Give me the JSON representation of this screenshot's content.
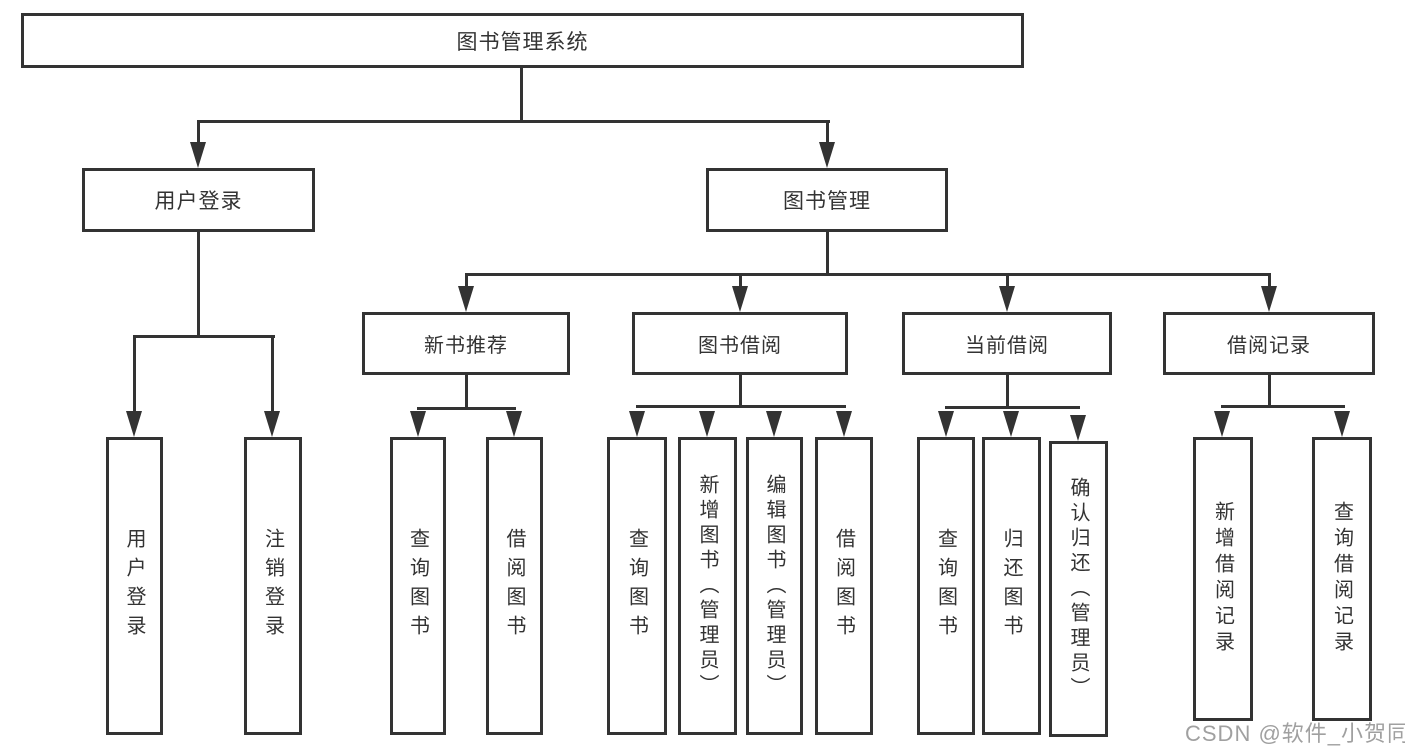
{
  "tree": {
    "label": "图书管理系统",
    "children": [
      {
        "label": "用户登录",
        "children": [
          {
            "label": "用户登录"
          },
          {
            "label": "注销登录"
          }
        ]
      },
      {
        "label": "图书管理",
        "children": [
          {
            "label": "新书推荐",
            "children": [
              {
                "label": "查询图书"
              },
              {
                "label": "借阅图书"
              }
            ]
          },
          {
            "label": "图书借阅",
            "children": [
              {
                "label": "查询图书"
              },
              {
                "label": "新增图书（管理员）"
              },
              {
                "label": "编辑图书（管理员）"
              },
              {
                "label": "借阅图书"
              }
            ]
          },
          {
            "label": "当前借阅",
            "children": [
              {
                "label": "查询图书"
              },
              {
                "label": "归还图书"
              },
              {
                "label": "确认归还（管理员）"
              }
            ]
          },
          {
            "label": "借阅记录",
            "children": [
              {
                "label": "新增借阅记录"
              },
              {
                "label": "查询借阅记录"
              }
            ]
          }
        ]
      }
    ]
  },
  "watermark": {
    "text": "CSDN @软件_小贺同学"
  },
  "colors": {
    "line": "#333333",
    "text": "#333333",
    "box_background": "#ffffff",
    "page_background": "#ffffff",
    "watermark": "#969696"
  }
}
